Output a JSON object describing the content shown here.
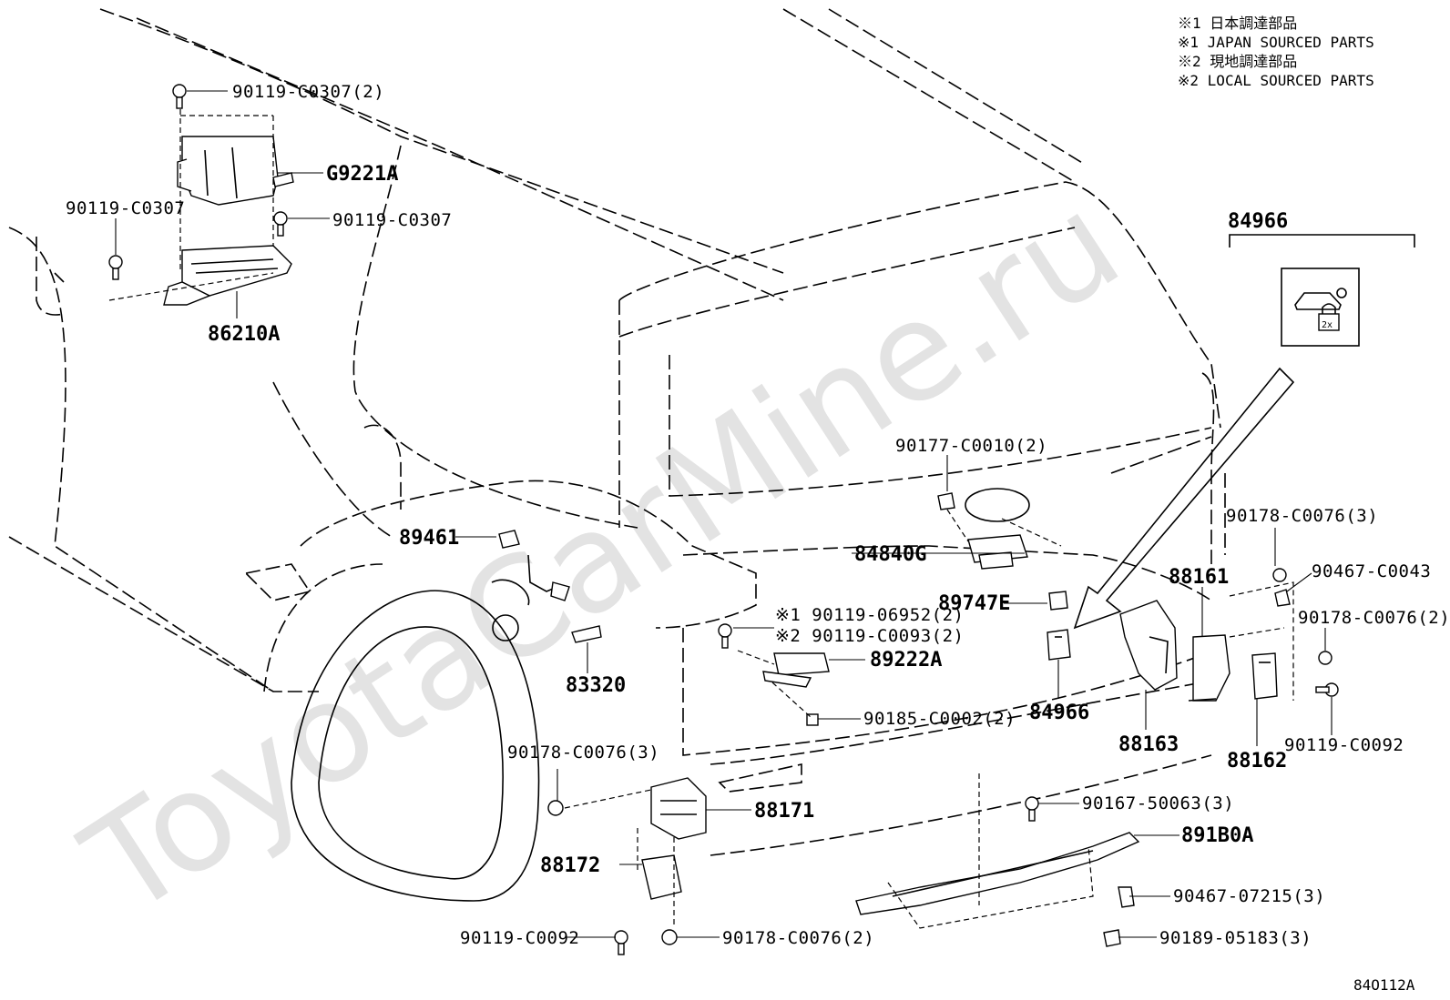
{
  "legend": [
    "※1 日本調達部品",
    "※1 JAPAN SOURCED PARTS",
    "※2 現地調達部品",
    "※2 LOCAL SOURCED PARTS"
  ],
  "watermark": "ToyotaCarMine.ru",
  "diagram_code": "84O112A",
  "labels": {
    "p_90119_C0307_2": "90119-C0307(2)",
    "p_G9221A": "G9221A",
    "p_90119_C0307_left": "90119-C0307",
    "p_90119_C0307_right": "90119-C0307",
    "p_86210A": "86210A",
    "p_84966_top": "84966",
    "p_90177_C0010_2": "90177-C0010(2)",
    "p_89461": "89461",
    "p_84840G": "84840G",
    "p_90178_C0076_3_right": "90178-C0076(3)",
    "p_90467_C0043": "90467-C0043",
    "p_88161": "88161",
    "p_90178_C0076_2_right": "90178-C0076(2)",
    "p_89747E": "89747E",
    "p_90119_06952_2": "※1 90119-06952(2)",
    "p_90119_C0093_2": "※2 90119-C0093(2)",
    "p_89222A": "89222A",
    "p_83320": "83320",
    "p_84966_mid": "84966",
    "p_90185_C0002_2": "90185-C0002(2)",
    "p_88163": "88163",
    "p_88162": "88162",
    "p_90119_C0092_right": "90119-C0092",
    "p_90178_C0076_3_left": "90178-C0076(3)",
    "p_88171": "88171",
    "p_90167_50063_3": "90167-50063(3)",
    "p_891B0A": "891B0A",
    "p_88172": "88172",
    "p_90467_07215_3": "90467-07215(3)",
    "p_90119_C0092_bottom": "90119-C0092",
    "p_90178_C0076_2_bottom": "90178-C0076(2)",
    "p_90189_05183_3": "90189-05183(3)"
  }
}
